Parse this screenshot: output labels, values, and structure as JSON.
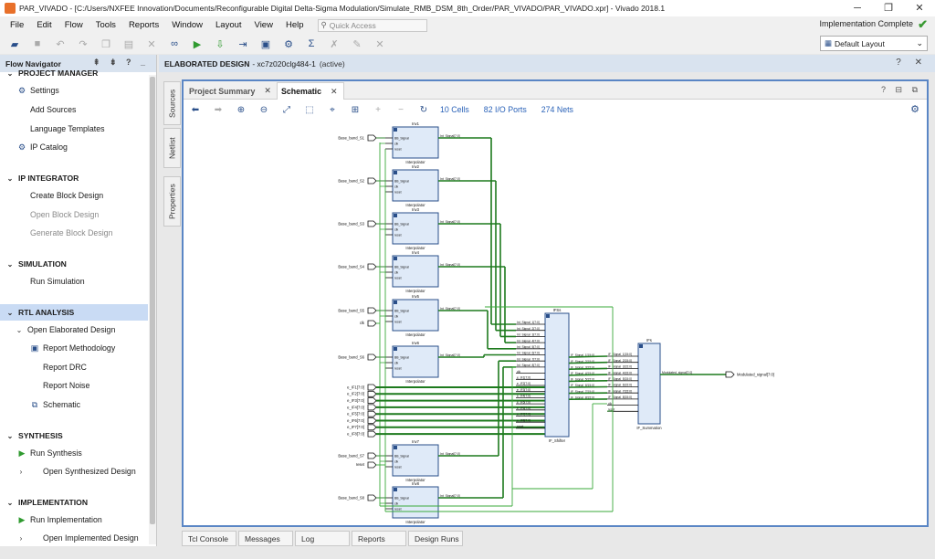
{
  "window": {
    "title": "PAR_VIVADO - [C:/Users/NXFEE Innovation/Documents/Reconfigurable Digital Delta-Sigma Modulation/Simulate_RMB_DSM_8th_Order/PAR_VIVADO/PAR_VIVADO.xpr] - Vivado 2018.1",
    "minimize": "─",
    "maximize": "❐",
    "close": "✕"
  },
  "menu": {
    "items": [
      "File",
      "Edit",
      "Flow",
      "Tools",
      "Reports",
      "Window",
      "Layout",
      "View",
      "Help"
    ],
    "quick_access_placeholder": "Quick Access",
    "status": "Implementation Complete"
  },
  "toolbar": {
    "layout_value": "Default Layout"
  },
  "flow_navigator": {
    "title": "Flow Navigator",
    "header_icons": "⇞ ⇟ ? _",
    "rows": [
      {
        "label": "PROJECT MANAGER",
        "type": "section"
      },
      {
        "label": "Settings",
        "type": "item",
        "icon": "gear-icon"
      },
      {
        "label": "Add Sources",
        "type": "item"
      },
      {
        "label": "Language Templates",
        "type": "item"
      },
      {
        "label": "IP Catalog",
        "type": "item",
        "icon": "ip-catalog-icon"
      },
      {
        "label": "IP INTEGRATOR",
        "type": "section"
      },
      {
        "label": "Create Block Design",
        "type": "item"
      },
      {
        "label": "Open Block Design",
        "type": "item",
        "disabled": true
      },
      {
        "label": "Generate Block Design",
        "type": "item",
        "disabled": true
      },
      {
        "label": "SIMULATION",
        "type": "section"
      },
      {
        "label": "Run Simulation",
        "type": "item"
      },
      {
        "label": "RTL ANALYSIS",
        "type": "section",
        "highlight": true
      },
      {
        "label": "Open Elaborated Design",
        "type": "subsection"
      },
      {
        "label": "Report Methodology",
        "type": "subitem",
        "icon": "report-icon"
      },
      {
        "label": "Report DRC",
        "type": "subitem"
      },
      {
        "label": "Report Noise",
        "type": "subitem"
      },
      {
        "label": "Schematic",
        "type": "subitem",
        "icon": "schematic-icon"
      },
      {
        "label": "SYNTHESIS",
        "type": "section"
      },
      {
        "label": "Run Synthesis",
        "type": "item",
        "icon": "play-icon"
      },
      {
        "label": "Open Synthesized Design",
        "type": "item",
        "chevron": true
      },
      {
        "label": "IMPLEMENTATION",
        "type": "section"
      },
      {
        "label": "Run Implementation",
        "type": "item",
        "icon": "play-icon"
      },
      {
        "label": "Open Implemented Design",
        "type": "item",
        "chevron": true
      }
    ]
  },
  "main": {
    "header_title": "ELABORATED DESIGN",
    "header_part": "- xc7z020clg484-1",
    "header_state": "(active)",
    "side_tabs": [
      "Sources",
      "Netlist",
      "Properties"
    ],
    "tabs": [
      {
        "label": "Project Summary"
      },
      {
        "label": "Schematic"
      }
    ],
    "stats": {
      "cells": "10 Cells",
      "io_ports": "82 I/O Ports",
      "nets": "274 Nets"
    },
    "bottom_tabs": [
      "Tcl Console",
      "Messages",
      "Log",
      "Reports",
      "Design Runs"
    ]
  },
  "schematic": {
    "interp_instances": [
      {
        "name": "Inv1",
        "in": "Base_band_S1"
      },
      {
        "name": "Inv2",
        "in": "Base_band_S2"
      },
      {
        "name": "Inv3",
        "in": "Base_band_S3"
      },
      {
        "name": "Inv4",
        "in": "Base_band_S4"
      },
      {
        "name": "Inv5",
        "in": "Base_band_S5"
      },
      {
        "name": "Inv6",
        "in": "Base_band_S6"
      },
      {
        "name": "Inv7",
        "in": "Base_band_S7"
      },
      {
        "name": "Inv8",
        "in": "Base_band_S8"
      }
    ],
    "interp_cell": "Interpolator",
    "interp_pins": [
      "BB_Signal",
      "clk",
      "reset"
    ],
    "interp_out": "Int_Signal[7:0]",
    "extra_ports": [
      "clk",
      "reset"
    ],
    "if_ports": [
      "e_IF1[7:0]",
      "e_IF2[7:0]",
      "e_IF3[7:0]",
      "e_IF4[7:0]",
      "e_IF5[7:0]",
      "e_IF6[7:0]",
      "e_IF7[7:0]",
      "e_IF8[7:0]"
    ],
    "shifter": {
      "inst": "IFSs",
      "cell": "IF_Shifter",
      "in_pins": [
        "Int_Signal_1[7:0]",
        "Int_Signal_2[7:0]",
        "Int_Signal_3[7:0]",
        "Int_Signal_4[7:0]",
        "Int_Signal_5[7:0]",
        "Int_Signal_6[7:0]",
        "Int_Signal_7[7:0]",
        "Int_Signal_8[7:0]",
        "clk",
        "e_IF1[7:0]",
        "e_IF2[7:0]",
        "e_IF3[7:0]",
        "e_IF4[7:0]",
        "e_IF5[7:0]",
        "e_IF6[7:0]",
        "e_IF7[7:0]",
        "e_IF8[7:0]",
        "reset"
      ],
      "out_pins": [
        "IF_Signal_1[15:0]",
        "IF_Signal_2[15:0]",
        "IF_Signal_3[15:0]",
        "IF_Signal_4[15:0]",
        "IF_Signal_5[15:0]",
        "IF_Signal_6[15:0]",
        "IF_Signal_7[15:0]",
        "IF_Signal_8[15:0]"
      ]
    },
    "summation": {
      "inst": "IFs",
      "cell": "IF_Summation",
      "in_pins": [
        "IF_Signal_1[15:0]",
        "IF_Signal_2[15:0]",
        "IF_Signal_3[15:0]",
        "IF_Signal_4[15:0]",
        "IF_Signal_5[15:0]",
        "IF_Signal_6[15:0]",
        "IF_Signal_7[15:0]",
        "IF_Signal_8[15:0]",
        "clk",
        "reset"
      ],
      "out_pin": "Modulated_signal[7:0]"
    },
    "output_port": "Modulated_signal[7:0]",
    "colors": {
      "wire": "#1d7a1d",
      "wire_light": "#3aaa3a",
      "cell_fill": "#dfeaf8",
      "cell_stroke": "#2a4f8a",
      "port": "#ffffff"
    }
  }
}
